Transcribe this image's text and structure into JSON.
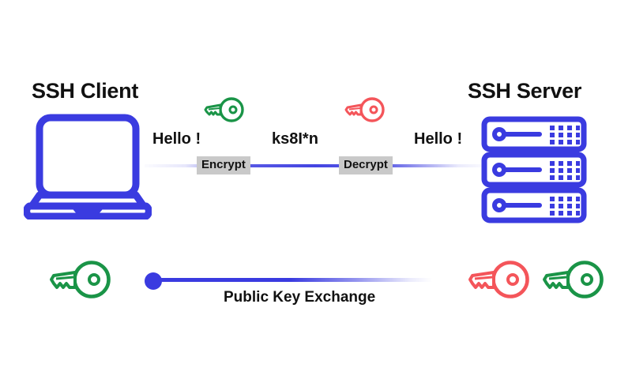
{
  "diagram": {
    "title_client": "SSH Client",
    "title_server": "SSH Server",
    "client_endpoint_icon": "laptop-icon",
    "server_endpoint_icon": "server-rack-icon"
  },
  "channel": {
    "plaintext_out": "Hello !",
    "ciphertext": "ks8I*n",
    "plaintext_in": "Hello !",
    "encrypt_label": "Encrypt",
    "decrypt_label": "Decrypt"
  },
  "exchange": {
    "label": "Public Key Exchange",
    "start_node_icon": "dot-node-icon"
  },
  "keys": {
    "client_top_icon": "key-icon-green",
    "server_top_icon": "key-icon-red",
    "client_bottom_icon": "key-icon-green",
    "server_bottom_red_icon": "key-icon-red",
    "server_bottom_green_icon": "key-icon-green"
  },
  "colors": {
    "brand_blue": "#3a3be0",
    "key_green": "#1a9447",
    "key_red": "#f4555a",
    "badge_gray": "#c9c9c9",
    "text_black": "#111111",
    "background": "#ffffff"
  }
}
